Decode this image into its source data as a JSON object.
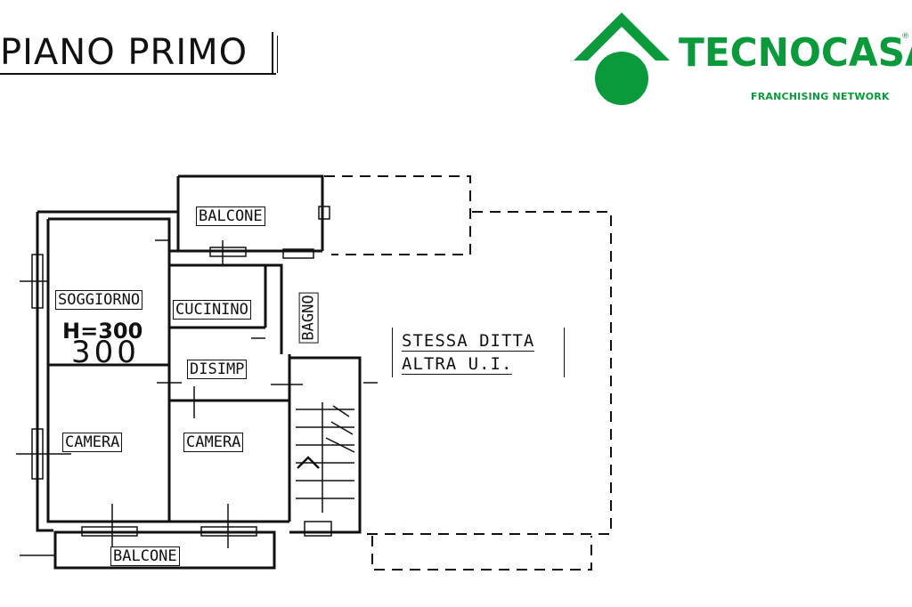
{
  "title": "PIANO PRIMO",
  "logo": {
    "brand": "TECNOCASA",
    "registered": "®",
    "tagline": "FRANCHISING NETWORK",
    "color": "#0a9a3c"
  },
  "rooms": {
    "balcone_top": "BALCONE",
    "soggiorno": "SOGGIORNO",
    "cucinino": "CUCININO",
    "bagno": "BAGNO",
    "disimp": "DISIMP",
    "camera_left": "CAMERA",
    "camera_right": "CAMERA",
    "balcone_bottom": "BALCONE"
  },
  "height_note": "H=300",
  "height_handwritten": "300",
  "adjacent": {
    "line1": "STESSA DITTA",
    "line2": "ALTRA U.I."
  }
}
